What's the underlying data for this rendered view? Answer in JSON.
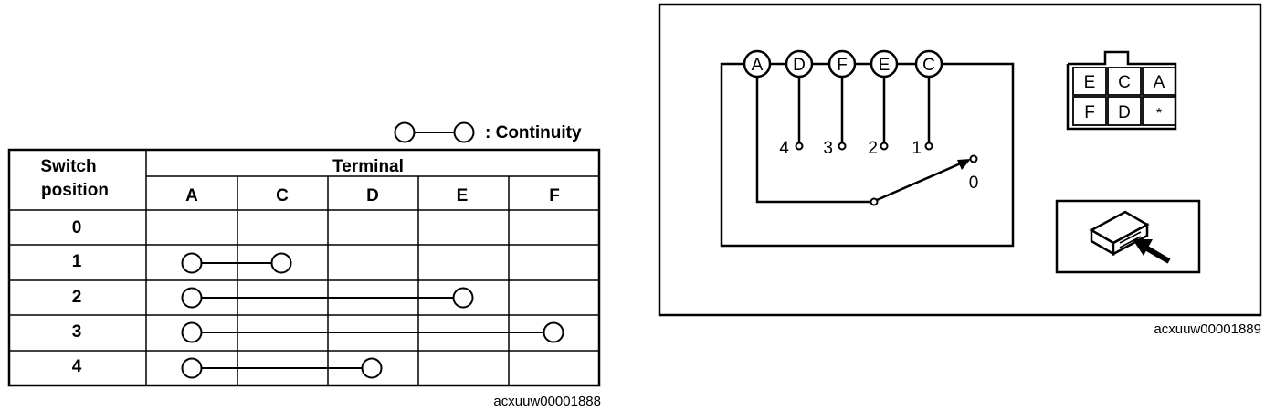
{
  "left_figure": {
    "legend_label": ": Continuity",
    "header_switch_line1": "Switch",
    "header_switch_line2": "position",
    "header_terminal": "Terminal",
    "terminals": [
      "A",
      "C",
      "D",
      "E",
      "F"
    ],
    "positions": [
      "0",
      "1",
      "2",
      "3",
      "4"
    ],
    "continuity": [
      [],
      [
        "A",
        "C"
      ],
      [
        "A",
        "E"
      ],
      [
        "A",
        "F"
      ],
      [
        "A",
        "D"
      ]
    ],
    "figure_code": "acxuuw00001888"
  },
  "right_figure": {
    "top_terminals": [
      "A",
      "D",
      "F",
      "E",
      "C"
    ],
    "contact_labels": [
      "4",
      "3",
      "2",
      "1"
    ],
    "common_label": "0",
    "connector_grid": [
      [
        "E",
        "C",
        "A"
      ],
      [
        "F",
        "D",
        "*"
      ]
    ],
    "figure_code": "acxuuw00001889"
  }
}
